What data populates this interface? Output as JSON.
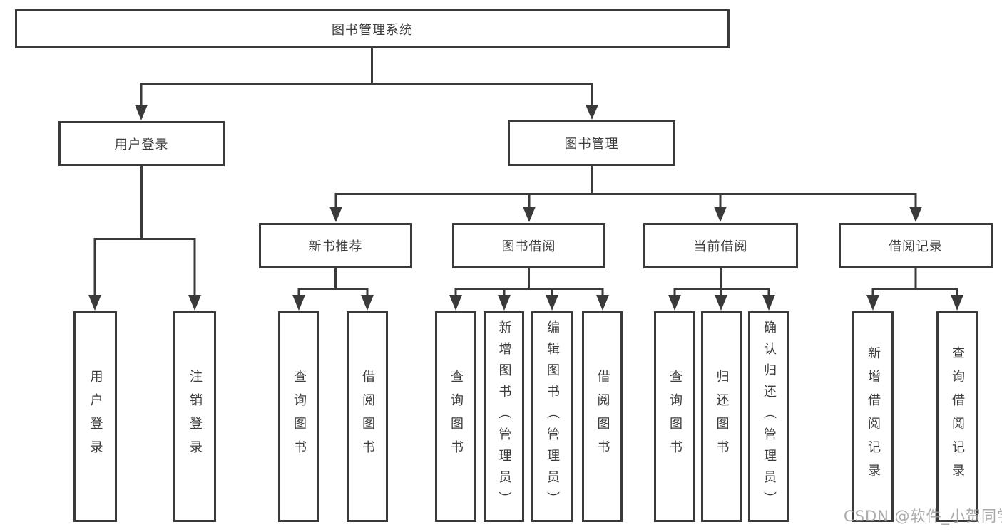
{
  "colors": {
    "line": "#3a3a3a",
    "box_border": "#3a3a3a",
    "text": "#3d3d3d",
    "background": "#ffffff",
    "watermark": "#9b9b9b"
  },
  "tree": {
    "root": "图书管理系统",
    "branches": [
      {
        "label": "用户登录",
        "children": [
          "用户登录",
          "注销登录"
        ]
      },
      {
        "label": "图书管理",
        "children": [
          {
            "label": "新书推荐",
            "children": [
              "查询图书",
              "借阅图书"
            ]
          },
          {
            "label": "图书借阅",
            "children": [
              "查询图书",
              "新增图书（管理员）",
              "编辑图书（管理员）",
              "借阅图书"
            ]
          },
          {
            "label": "当前借阅",
            "children": [
              "查询图书",
              "归还图书",
              "确认归还（管理员）"
            ]
          },
          {
            "label": "借阅记录",
            "children": [
              "新增借阅记录",
              "查询借阅记录"
            ]
          }
        ]
      }
    ]
  },
  "watermark": "CSDN @软件_小贺同学"
}
